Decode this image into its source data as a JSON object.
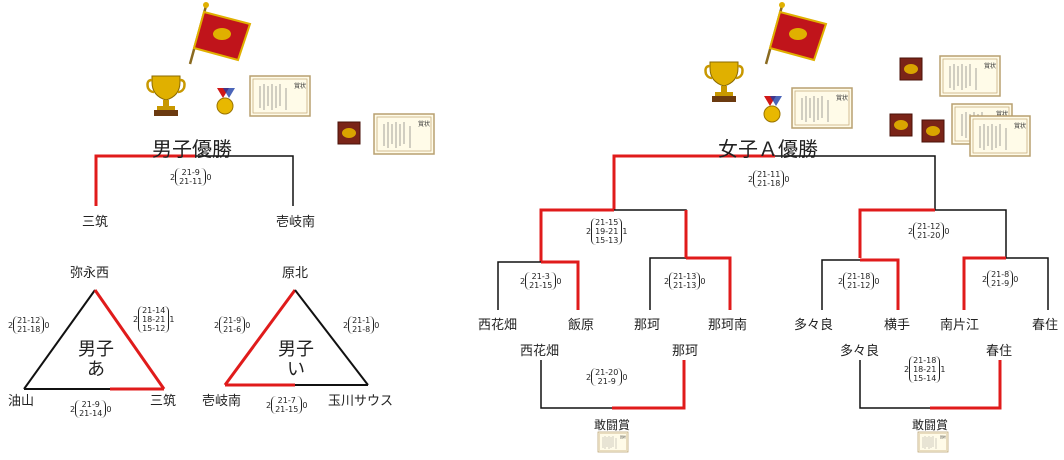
{
  "men_champ": {
    "title": "男子優勝",
    "left_team": "三筑",
    "right_team": "壱岐南",
    "final_score": {
      "left": "2",
      "sets": [
        "21-9",
        "21-11"
      ],
      "right": "0"
    }
  },
  "league_a": {
    "label_line1": "男子",
    "label_line2": "あ",
    "top": "弥永西",
    "left": "油山",
    "right": "三筑",
    "left_edge_score": {
      "left": "2",
      "sets": [
        "21-12",
        "21-18"
      ],
      "right": "0"
    },
    "right_edge_score": {
      "left": "2",
      "sets": [
        "21-14",
        "18-21",
        "15-12"
      ],
      "right": "1"
    },
    "bottom_score": {
      "left": "2",
      "sets": [
        "21-9",
        "21-14"
      ],
      "right": "0"
    }
  },
  "league_i": {
    "label_line1": "男子",
    "label_line2": "い",
    "top": "原北",
    "left": "壱岐南",
    "right": "玉川サウス",
    "left_edge_score": {
      "left": "2",
      "sets": [
        "21-9",
        "21-6"
      ],
      "right": "0"
    },
    "right_edge_score": {
      "left": "2",
      "sets": [
        "21-1",
        "21-8"
      ],
      "right": "0"
    },
    "bottom_score": {
      "left": "2",
      "sets": [
        "21-7",
        "21-15"
      ],
      "right": "0"
    }
  },
  "women_a": {
    "title": "女子Ａ優勝",
    "final_score": {
      "left": "2",
      "sets": [
        "21-11",
        "21-18"
      ],
      "right": "0"
    },
    "semi_left_score": {
      "left": "2",
      "sets": [
        "21-15",
        "19-21",
        "15-13"
      ],
      "right": "1"
    },
    "semi_right_score": {
      "left": "2",
      "sets": [
        "21-12",
        "21-20"
      ],
      "right": "0"
    },
    "q1_score": {
      "left": "2",
      "sets": [
        "21-3",
        "21-15"
      ],
      "right": "0"
    },
    "q2_score": {
      "left": "2",
      "sets": [
        "21-13",
        "21-13"
      ],
      "right": "0"
    },
    "q3_score": {
      "left": "2",
      "sets": [
        "21-18",
        "21-12"
      ],
      "right": "0"
    },
    "q4_score": {
      "left": "2",
      "sets": [
        "21-8",
        "21-9"
      ],
      "right": "0"
    },
    "teams": [
      "西花畑",
      "飯原",
      "那珂",
      "那珂南",
      "多々良",
      "横手",
      "南片江",
      "春住"
    ],
    "fight_left": {
      "left_team": "西花畑",
      "right_team": "那珂",
      "score": {
        "left": "2",
        "sets": [
          "21-20",
          "21-9"
        ],
        "right": "0"
      },
      "award": "敢闘賞"
    },
    "fight_right": {
      "left_team": "多々良",
      "right_team": "春住",
      "score": {
        "left": "2",
        "sets": [
          "21-18",
          "18-21",
          "15-14"
        ],
        "right": "1"
      },
      "award": "敢闘賞"
    }
  },
  "colors": {
    "win": "#e01b1b",
    "line": "#111111",
    "flag": "#c0141b",
    "trophy": "#d9a400"
  },
  "icons": [
    "flag-icon",
    "trophy-icon",
    "medal-icon",
    "certificate-icon",
    "plaque-icon"
  ]
}
